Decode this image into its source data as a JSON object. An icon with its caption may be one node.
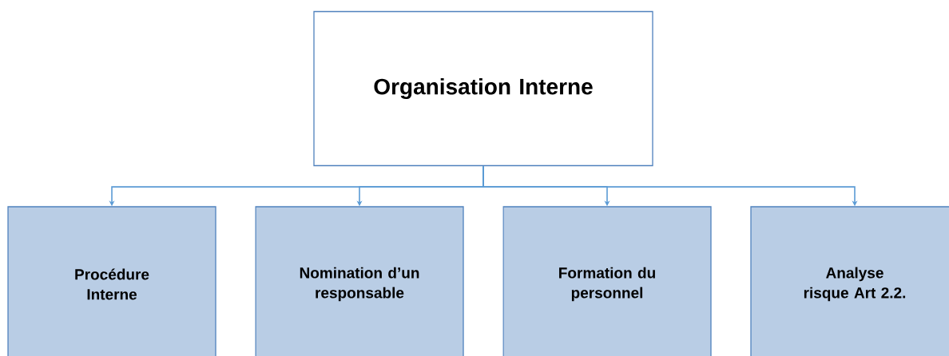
{
  "diagram": {
    "nodes": [
      {
        "text": [
          "Organisation Interne"
        ]
      },
      {
        "text": [
          "Procédure Interne"
        ]
      },
      {
        "text": [
          "Nomination d’un responsable"
        ]
      },
      {
        "text": [
          "Formation du personnel"
        ]
      },
      {
        "text": [
          "Analyse risque Art 2.2."
        ]
      }
    ],
    "edges": [
      {
        "from": 0,
        "to": 1,
        "arrow": "to"
      },
      {
        "from": 0,
        "to": 2,
        "arrow": "to"
      },
      {
        "from": 0,
        "to": 3,
        "arrow": "to"
      },
      {
        "from": 0,
        "to": 4,
        "arrow": "to"
      }
    ]
  }
}
